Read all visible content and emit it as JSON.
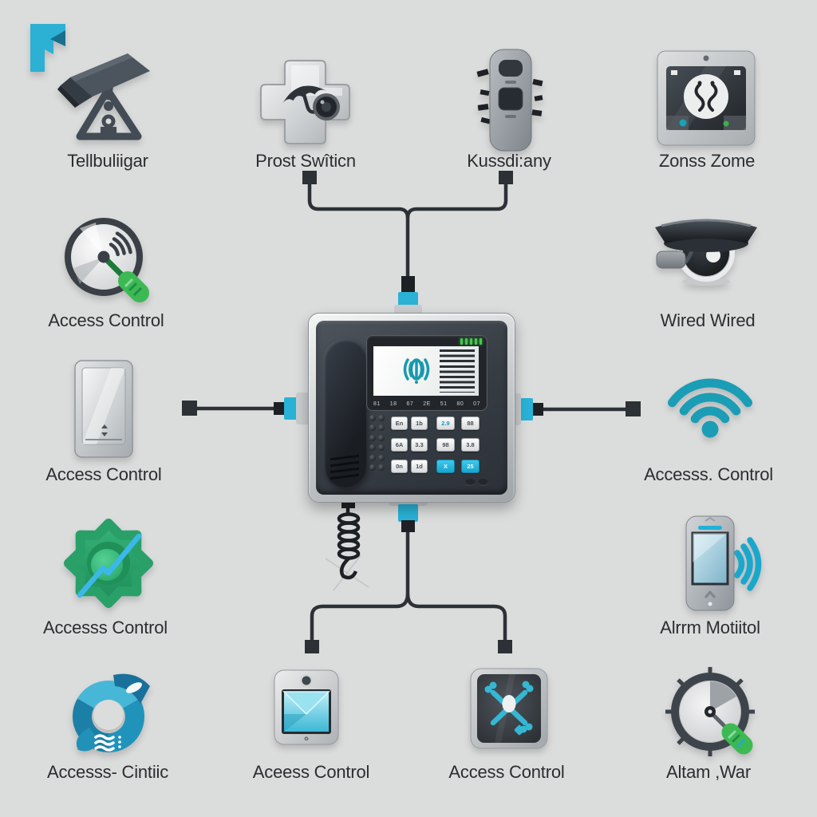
{
  "title": "security-intercom-system-diagram",
  "labels": {
    "camera": "Tellbuliigar",
    "cross": "Prost Swîticn",
    "remote": "Kussdi:any",
    "zone_panel": "Zonss Zome",
    "disc": "Access Control",
    "dome": "Wired Wired",
    "door": "Access Control",
    "wifi": "Accesss. Control",
    "splat": "Accesss Control",
    "phone": "Alrrm Motiitol",
    "donut": "Accesss- Cintiic",
    "monitor": "Aceess Control",
    "xpanel": "Access Control",
    "gauge": "Altam ,War"
  },
  "device": {
    "keypad": [
      "En",
      "1b",
      "2.9",
      "88",
      "6A",
      "3.3",
      "98",
      "3.8",
      "0n",
      "1d",
      "X",
      "25"
    ],
    "chips": [
      "81",
      "18",
      "67",
      "2E",
      "51",
      "80",
      "07"
    ],
    "screen_icon": "broadcast-signal",
    "led_count": 5
  },
  "colors": {
    "background": "#dbdcdc",
    "wire": "#2c3136",
    "accent_cyan": "#2ab1d4",
    "accent_teal": "#1b9db6",
    "accent_green": "#2ba36b",
    "led_green": "#43c94b",
    "label_text": "#2b2d30"
  }
}
